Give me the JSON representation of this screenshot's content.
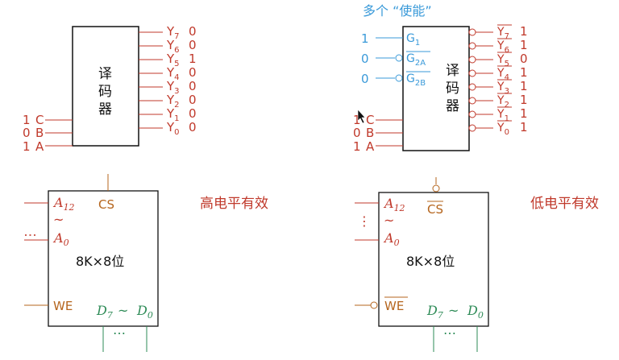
{
  "top_banner": "多个 “使能”",
  "decoder_label": [
    "译",
    "码",
    "器"
  ],
  "left_decoder": {
    "inputs": [
      {
        "pin": "C",
        "value": "1"
      },
      {
        "pin": "B",
        "value": "0"
      },
      {
        "pin": "A",
        "value": "1"
      }
    ],
    "outputs": [
      {
        "sub": "7",
        "value": "0"
      },
      {
        "sub": "6",
        "value": "0"
      },
      {
        "sub": "5",
        "value": "1"
      },
      {
        "sub": "4",
        "value": "0"
      },
      {
        "sub": "3",
        "value": "0"
      },
      {
        "sub": "2",
        "value": "0"
      },
      {
        "sub": "1",
        "value": "0"
      },
      {
        "sub": "0",
        "value": "0"
      }
    ]
  },
  "right_decoder": {
    "enables": [
      {
        "pin": "G",
        "sub": "1",
        "value": "1",
        "inverted": false
      },
      {
        "pin": "G",
        "sub": "2A",
        "value": "0",
        "inverted": true
      },
      {
        "pin": "G",
        "sub": "2B",
        "value": "0",
        "inverted": true
      }
    ],
    "inputs": [
      {
        "pin": "C",
        "value": "1"
      },
      {
        "pin": "B",
        "value": "0"
      },
      {
        "pin": "A",
        "value": "1"
      }
    ],
    "outputs": [
      {
        "sub": "7",
        "value": "1"
      },
      {
        "sub": "6",
        "value": "1"
      },
      {
        "sub": "5",
        "value": "0"
      },
      {
        "sub": "4",
        "value": "1"
      },
      {
        "sub": "3",
        "value": "1"
      },
      {
        "sub": "2",
        "value": "1"
      },
      {
        "sub": "1",
        "value": "1"
      },
      {
        "sub": "0",
        "value": "1"
      }
    ]
  },
  "memory_left": {
    "addr_high": "A",
    "addr_high_sub": "12",
    "addr_low": "A",
    "addr_low_sub": "0",
    "tilde": "~",
    "cs": "CS",
    "we": "WE",
    "size": "8K×8位",
    "data": "D",
    "data_high_sub": "7",
    "data_low_sub": "0",
    "dots": "…",
    "caption": "高电平有效"
  },
  "memory_right": {
    "addr_high": "A",
    "addr_high_sub": "12",
    "addr_low": "A",
    "addr_low_sub": "0",
    "tilde": "~",
    "cs": "CS",
    "we": "WE",
    "size": "8K×8位",
    "data": "D",
    "data_high_sub": "7",
    "data_low_sub": "0",
    "dots": "…",
    "caption": "低电平有效"
  },
  "colors": {
    "red": "#c0392b",
    "blue": "#3a9ad9",
    "brown": "#b5651d",
    "green": "#2e8b57"
  }
}
